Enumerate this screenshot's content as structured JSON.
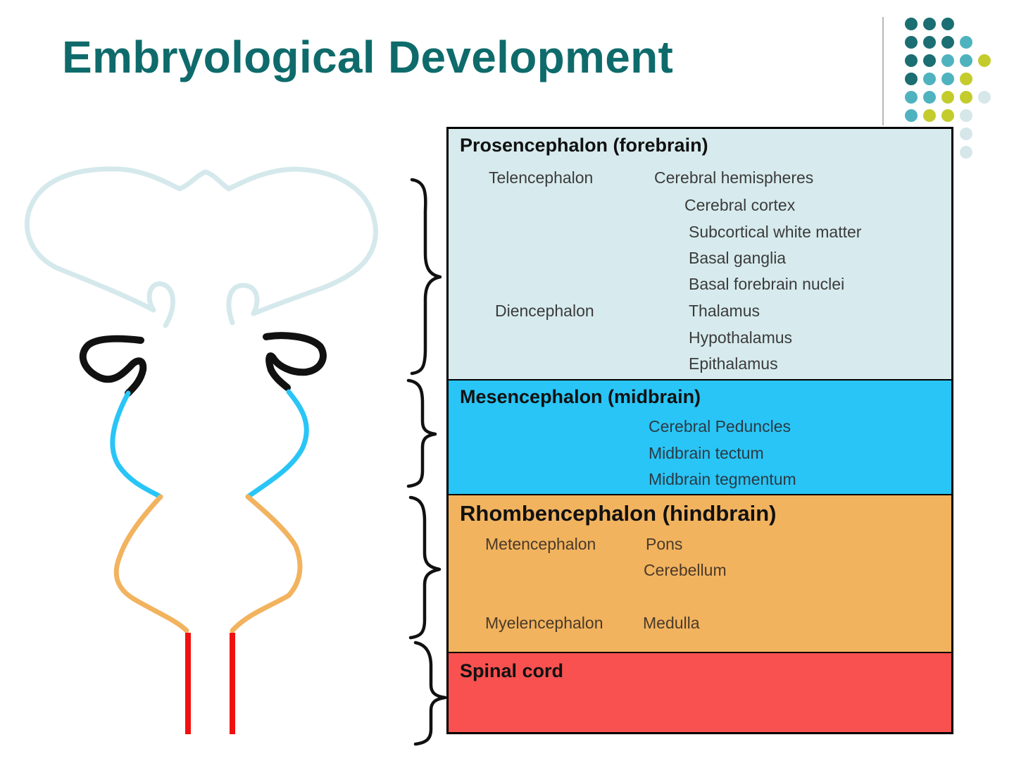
{
  "title": "Embryological Development",
  "colors": {
    "title": "#0f6b6b",
    "forebrain": "#d7ebee",
    "midbrain": "#29c5f6",
    "hindbrain": "#f2b35f",
    "spinal_cord": "#f85150",
    "outline_forebrain": "#d5e9ec",
    "outline_diencephalon": "#111111"
  },
  "sections": {
    "prosencephalon": {
      "title": "Prosencephalon (forebrain)",
      "rows": [
        {
          "sub": "Telencephalon",
          "item": "Cerebral hemispheres"
        },
        {
          "sub": "",
          "item": "Cerebral cortex"
        },
        {
          "sub": "",
          "item": "Subcortical white matter"
        },
        {
          "sub": "",
          "item": "Basal ganglia"
        },
        {
          "sub": "",
          "item": "Basal forebrain nuclei"
        },
        {
          "sub": "Diencephalon",
          "item": "Thalamus"
        },
        {
          "sub": "",
          "item": "Hypothalamus"
        },
        {
          "sub": "",
          "item": "Epithalamus"
        }
      ]
    },
    "mesencephalon": {
      "title": "Mesencephalon (midbrain)",
      "items": [
        "Cerebral Peduncles",
        "Midbrain tectum",
        "Midbrain tegmentum"
      ]
    },
    "rhombencephalon": {
      "title": "Rhombencephalon (hindbrain)",
      "rows": [
        {
          "sub": "Metencephalon",
          "item": "Pons"
        },
        {
          "sub": "",
          "item": "Cerebellum"
        },
        {
          "sub": "Myelencephalon",
          "item": "Medulla"
        }
      ]
    },
    "spinal": {
      "title": "Spinal cord"
    }
  }
}
